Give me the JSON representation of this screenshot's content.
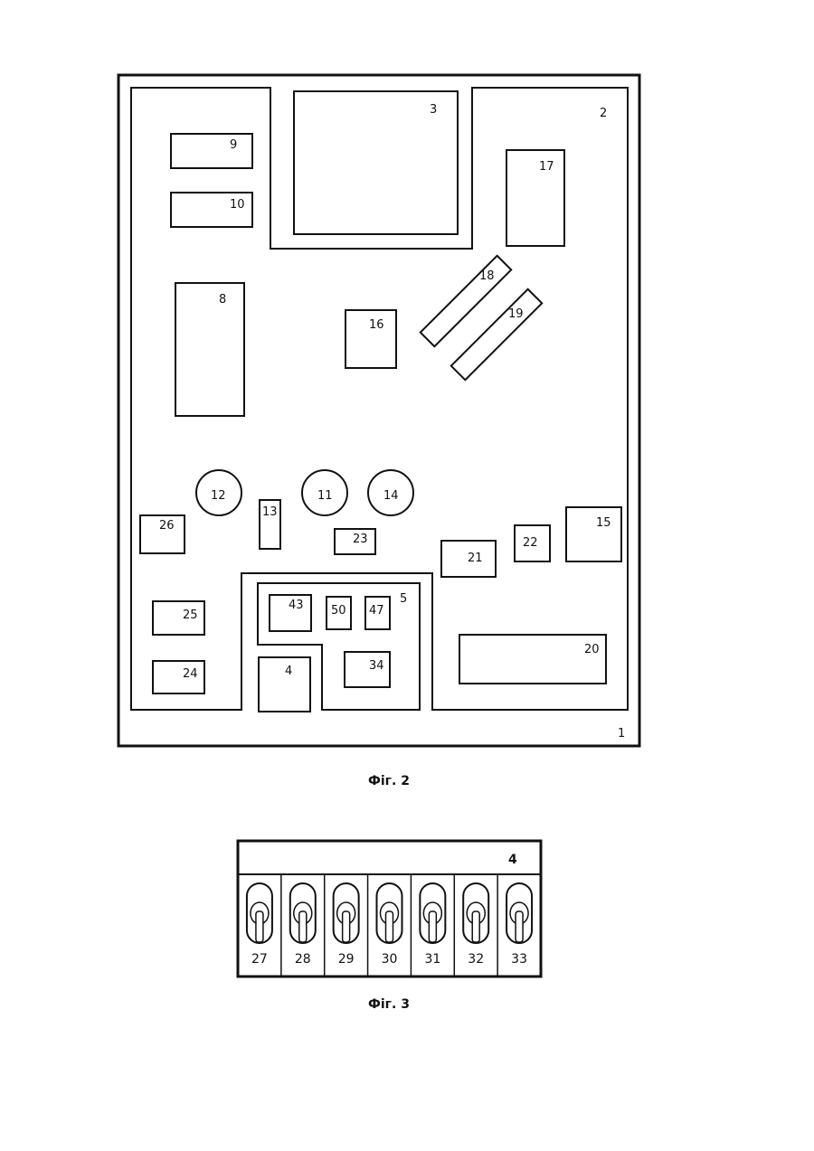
{
  "figure2": {
    "caption": "Фіг. 2",
    "labels": {
      "l1": "1",
      "l2": "2",
      "l3": "3",
      "l4": "4",
      "l5": "5",
      "l8": "8",
      "l9": "9",
      "l10": "10",
      "l11": "11",
      "l12": "12",
      "l13": "13",
      "l14": "14",
      "l15": "15",
      "l16": "16",
      "l17": "17",
      "l18": "18",
      "l19": "19",
      "l20": "20",
      "l21": "21",
      "l22": "22",
      "l23": "23",
      "l24": "24",
      "l25": "25",
      "l26": "26",
      "l34": "34",
      "l43": "43",
      "l47": "47",
      "l50": "50"
    }
  },
  "figure3": {
    "caption": "Фіг. 3",
    "panel_label": "4",
    "switches": [
      "27",
      "28",
      "29",
      "30",
      "31",
      "32",
      "33"
    ]
  }
}
